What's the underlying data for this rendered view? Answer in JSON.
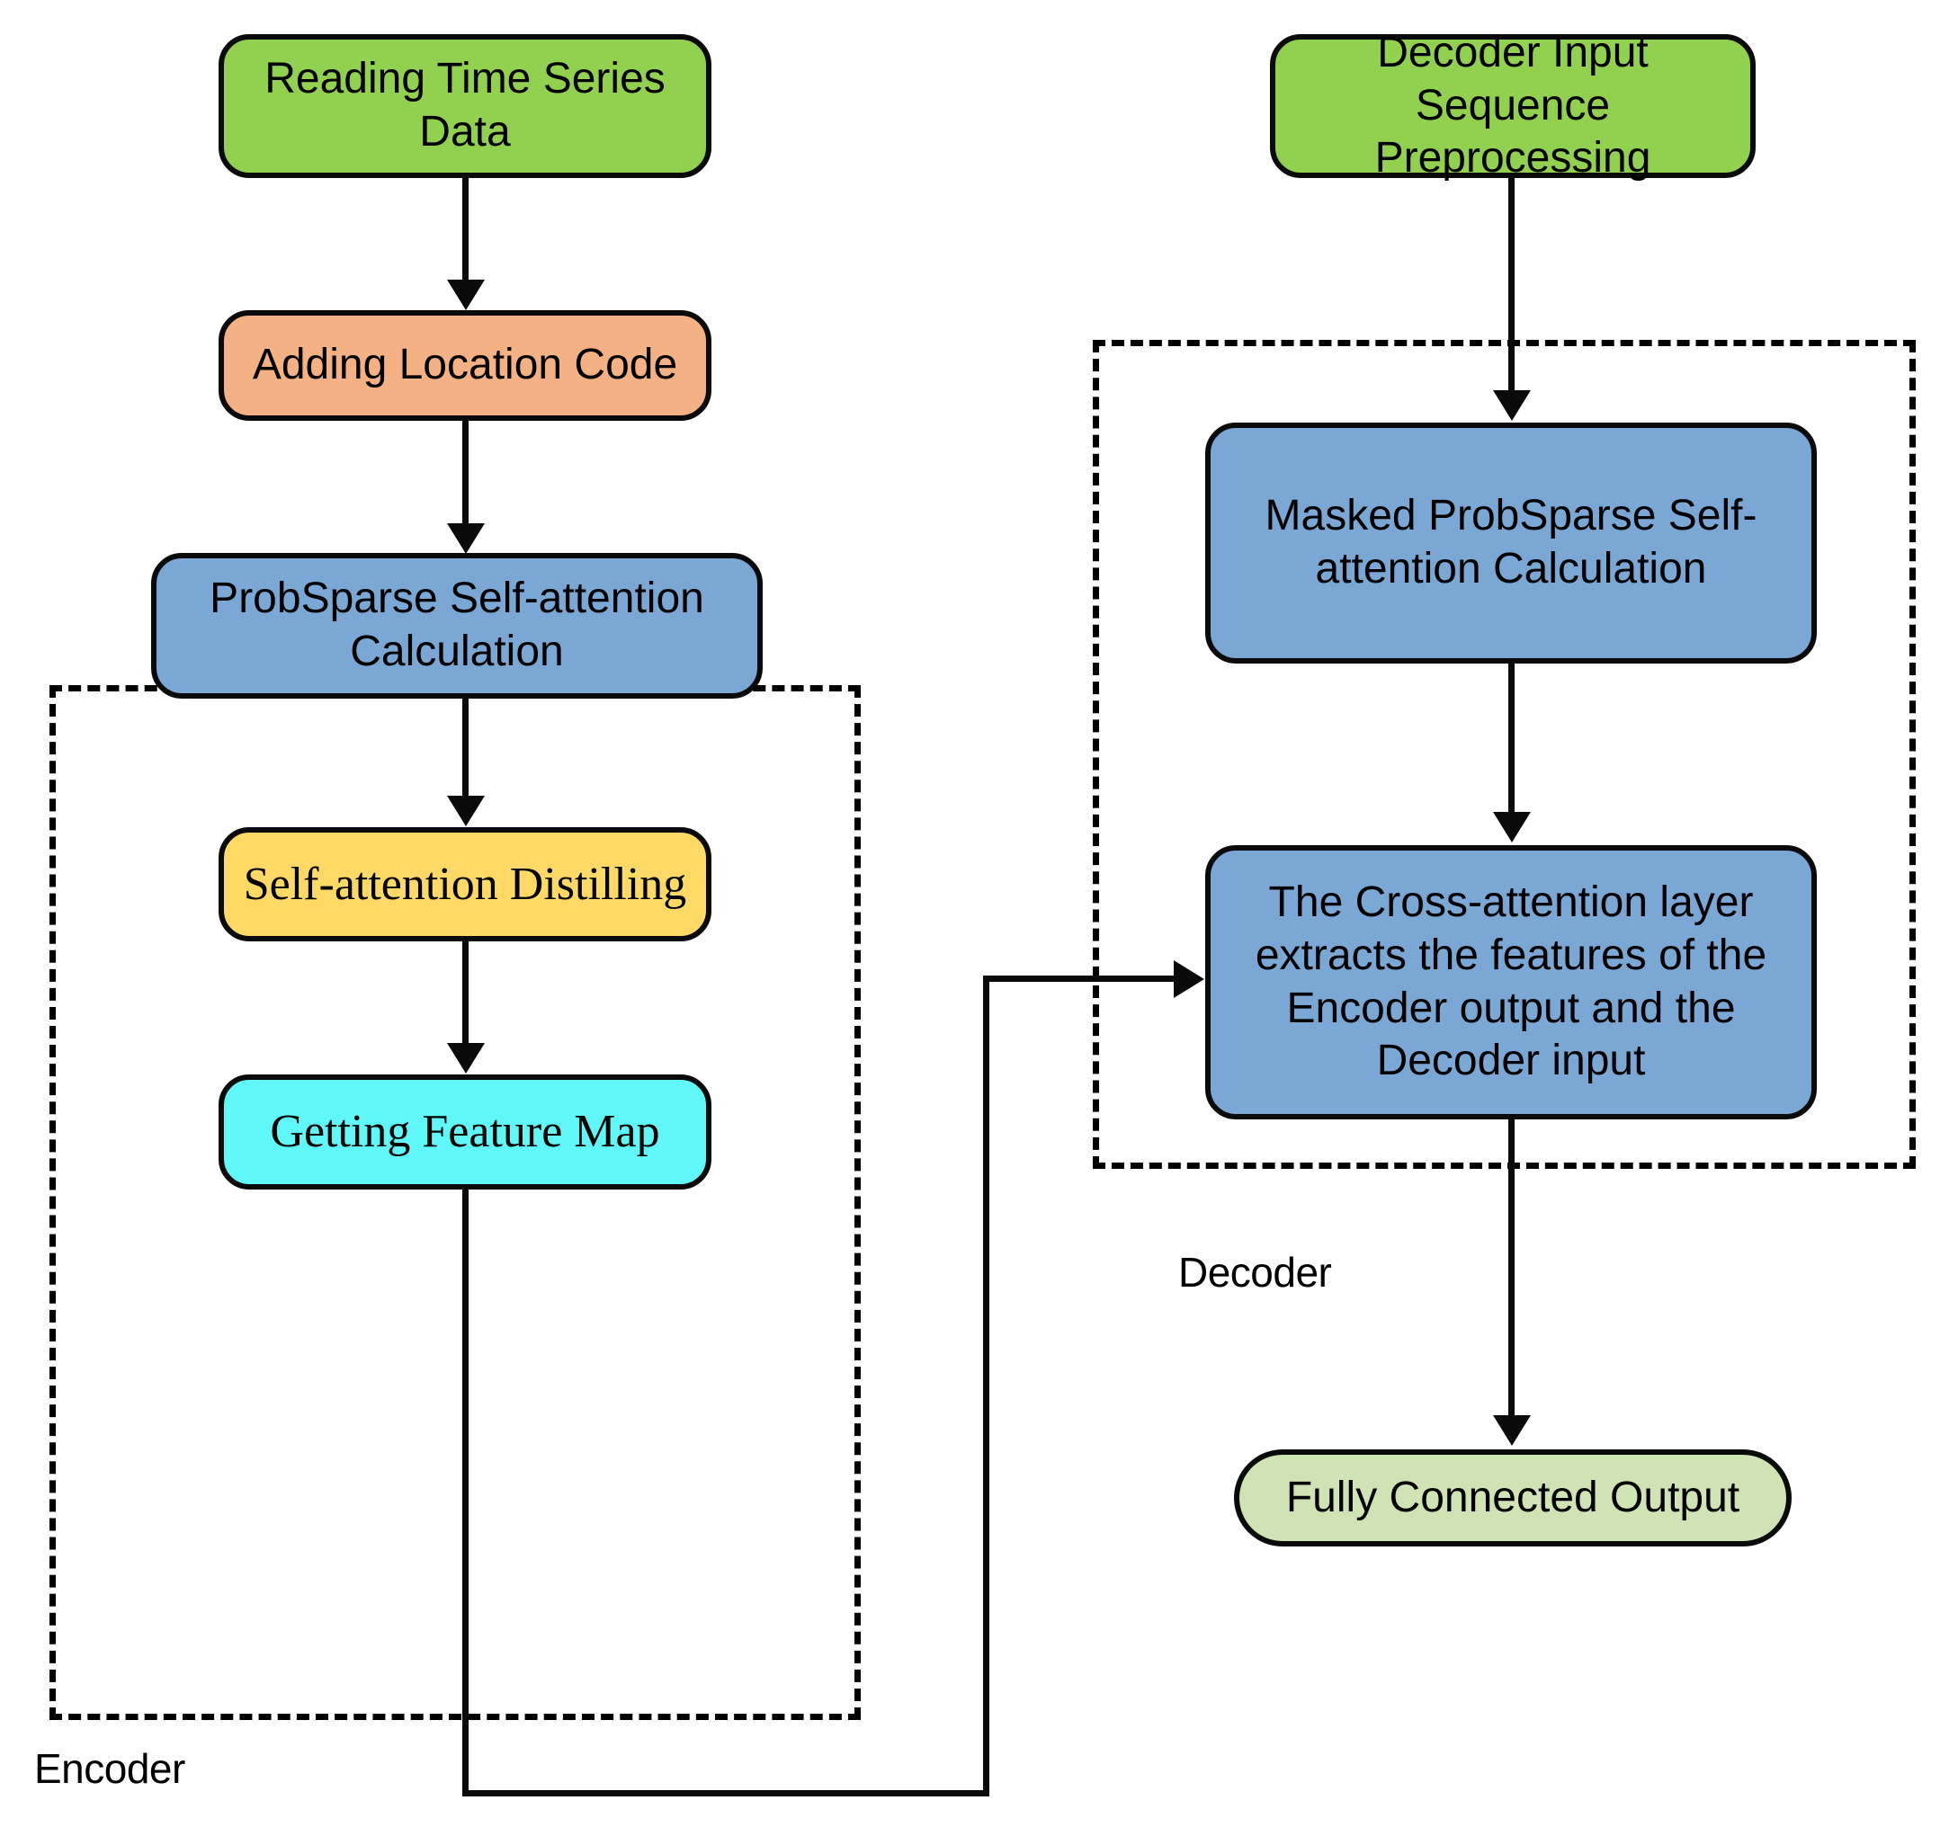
{
  "diagram": {
    "title": "Informer Encoder-Decoder Architecture Flowchart",
    "groups": [
      {
        "id": "encoder",
        "label": "Encoder",
        "border_style": "dashed",
        "border_color": "#000000"
      },
      {
        "id": "decoder",
        "label": "Decoder",
        "border_style": "dashed",
        "border_color": "#000000"
      }
    ],
    "nodes": [
      {
        "id": "read-data",
        "label": "Reading Time Series Data",
        "column": "encoder",
        "fill": "#92d050",
        "font": "sans"
      },
      {
        "id": "adding-location-code",
        "label": "Adding Location Code",
        "column": "encoder",
        "fill": "#f4b183",
        "font": "sans"
      },
      {
        "id": "probsparse-self-attention",
        "label": "ProbSparse Self-attention Calculation",
        "column": "encoder",
        "fill": "#7ba7d4",
        "font": "sans"
      },
      {
        "id": "self-attention-distilling",
        "label": "Self-attention Distilling",
        "column": "encoder",
        "fill": "#ffd966",
        "font": "serif"
      },
      {
        "id": "getting-feature-map",
        "label": "Getting Feature Map",
        "column": "encoder",
        "fill": "#5ff7f7",
        "font": "serif"
      },
      {
        "id": "decoder-input-preprocessing",
        "label": "Decoder Input Sequence Preprocessing",
        "column": "decoder",
        "fill": "#92d050",
        "font": "sans"
      },
      {
        "id": "masked-probsparse-self-attention",
        "label": "Masked ProbSparse Self-attention Calculation",
        "column": "decoder",
        "fill": "#7ba7d4",
        "font": "sans"
      },
      {
        "id": "cross-attention-layer",
        "label": "The Cross-attention layer extracts the features of the Encoder output and the Decoder input",
        "column": "decoder",
        "fill": "#7ba7d4",
        "font": "sans"
      },
      {
        "id": "fully-connected-output",
        "label": "Fully Connected Output",
        "column": "decoder",
        "fill": "#cfe3b4",
        "font": "sans"
      }
    ],
    "edges": [
      {
        "from": "read-data",
        "to": "adding-location-code",
        "style": "straight-down"
      },
      {
        "from": "adding-location-code",
        "to": "probsparse-self-attention",
        "style": "straight-down"
      },
      {
        "from": "probsparse-self-attention",
        "to": "self-attention-distilling",
        "style": "straight-down"
      },
      {
        "from": "self-attention-distilling",
        "to": "getting-feature-map",
        "style": "straight-down"
      },
      {
        "from": "getting-feature-map",
        "to": "cross-attention-layer",
        "style": "orthogonal-down-right-up"
      },
      {
        "from": "decoder-input-preprocessing",
        "to": "masked-probsparse-self-attention",
        "style": "straight-down"
      },
      {
        "from": "masked-probsparse-self-attention",
        "to": "cross-attention-layer",
        "style": "straight-down"
      },
      {
        "from": "cross-attention-layer",
        "to": "fully-connected-output",
        "style": "straight-down"
      }
    ],
    "palette": {
      "green": "#92d050",
      "orange": "#f4b183",
      "blue": "#7ba7d4",
      "yellow": "#ffd966",
      "cyan": "#5ff7f7",
      "light_green": "#cfe3b4",
      "stroke": "#0a0a0a",
      "background": "#ffffff"
    }
  }
}
